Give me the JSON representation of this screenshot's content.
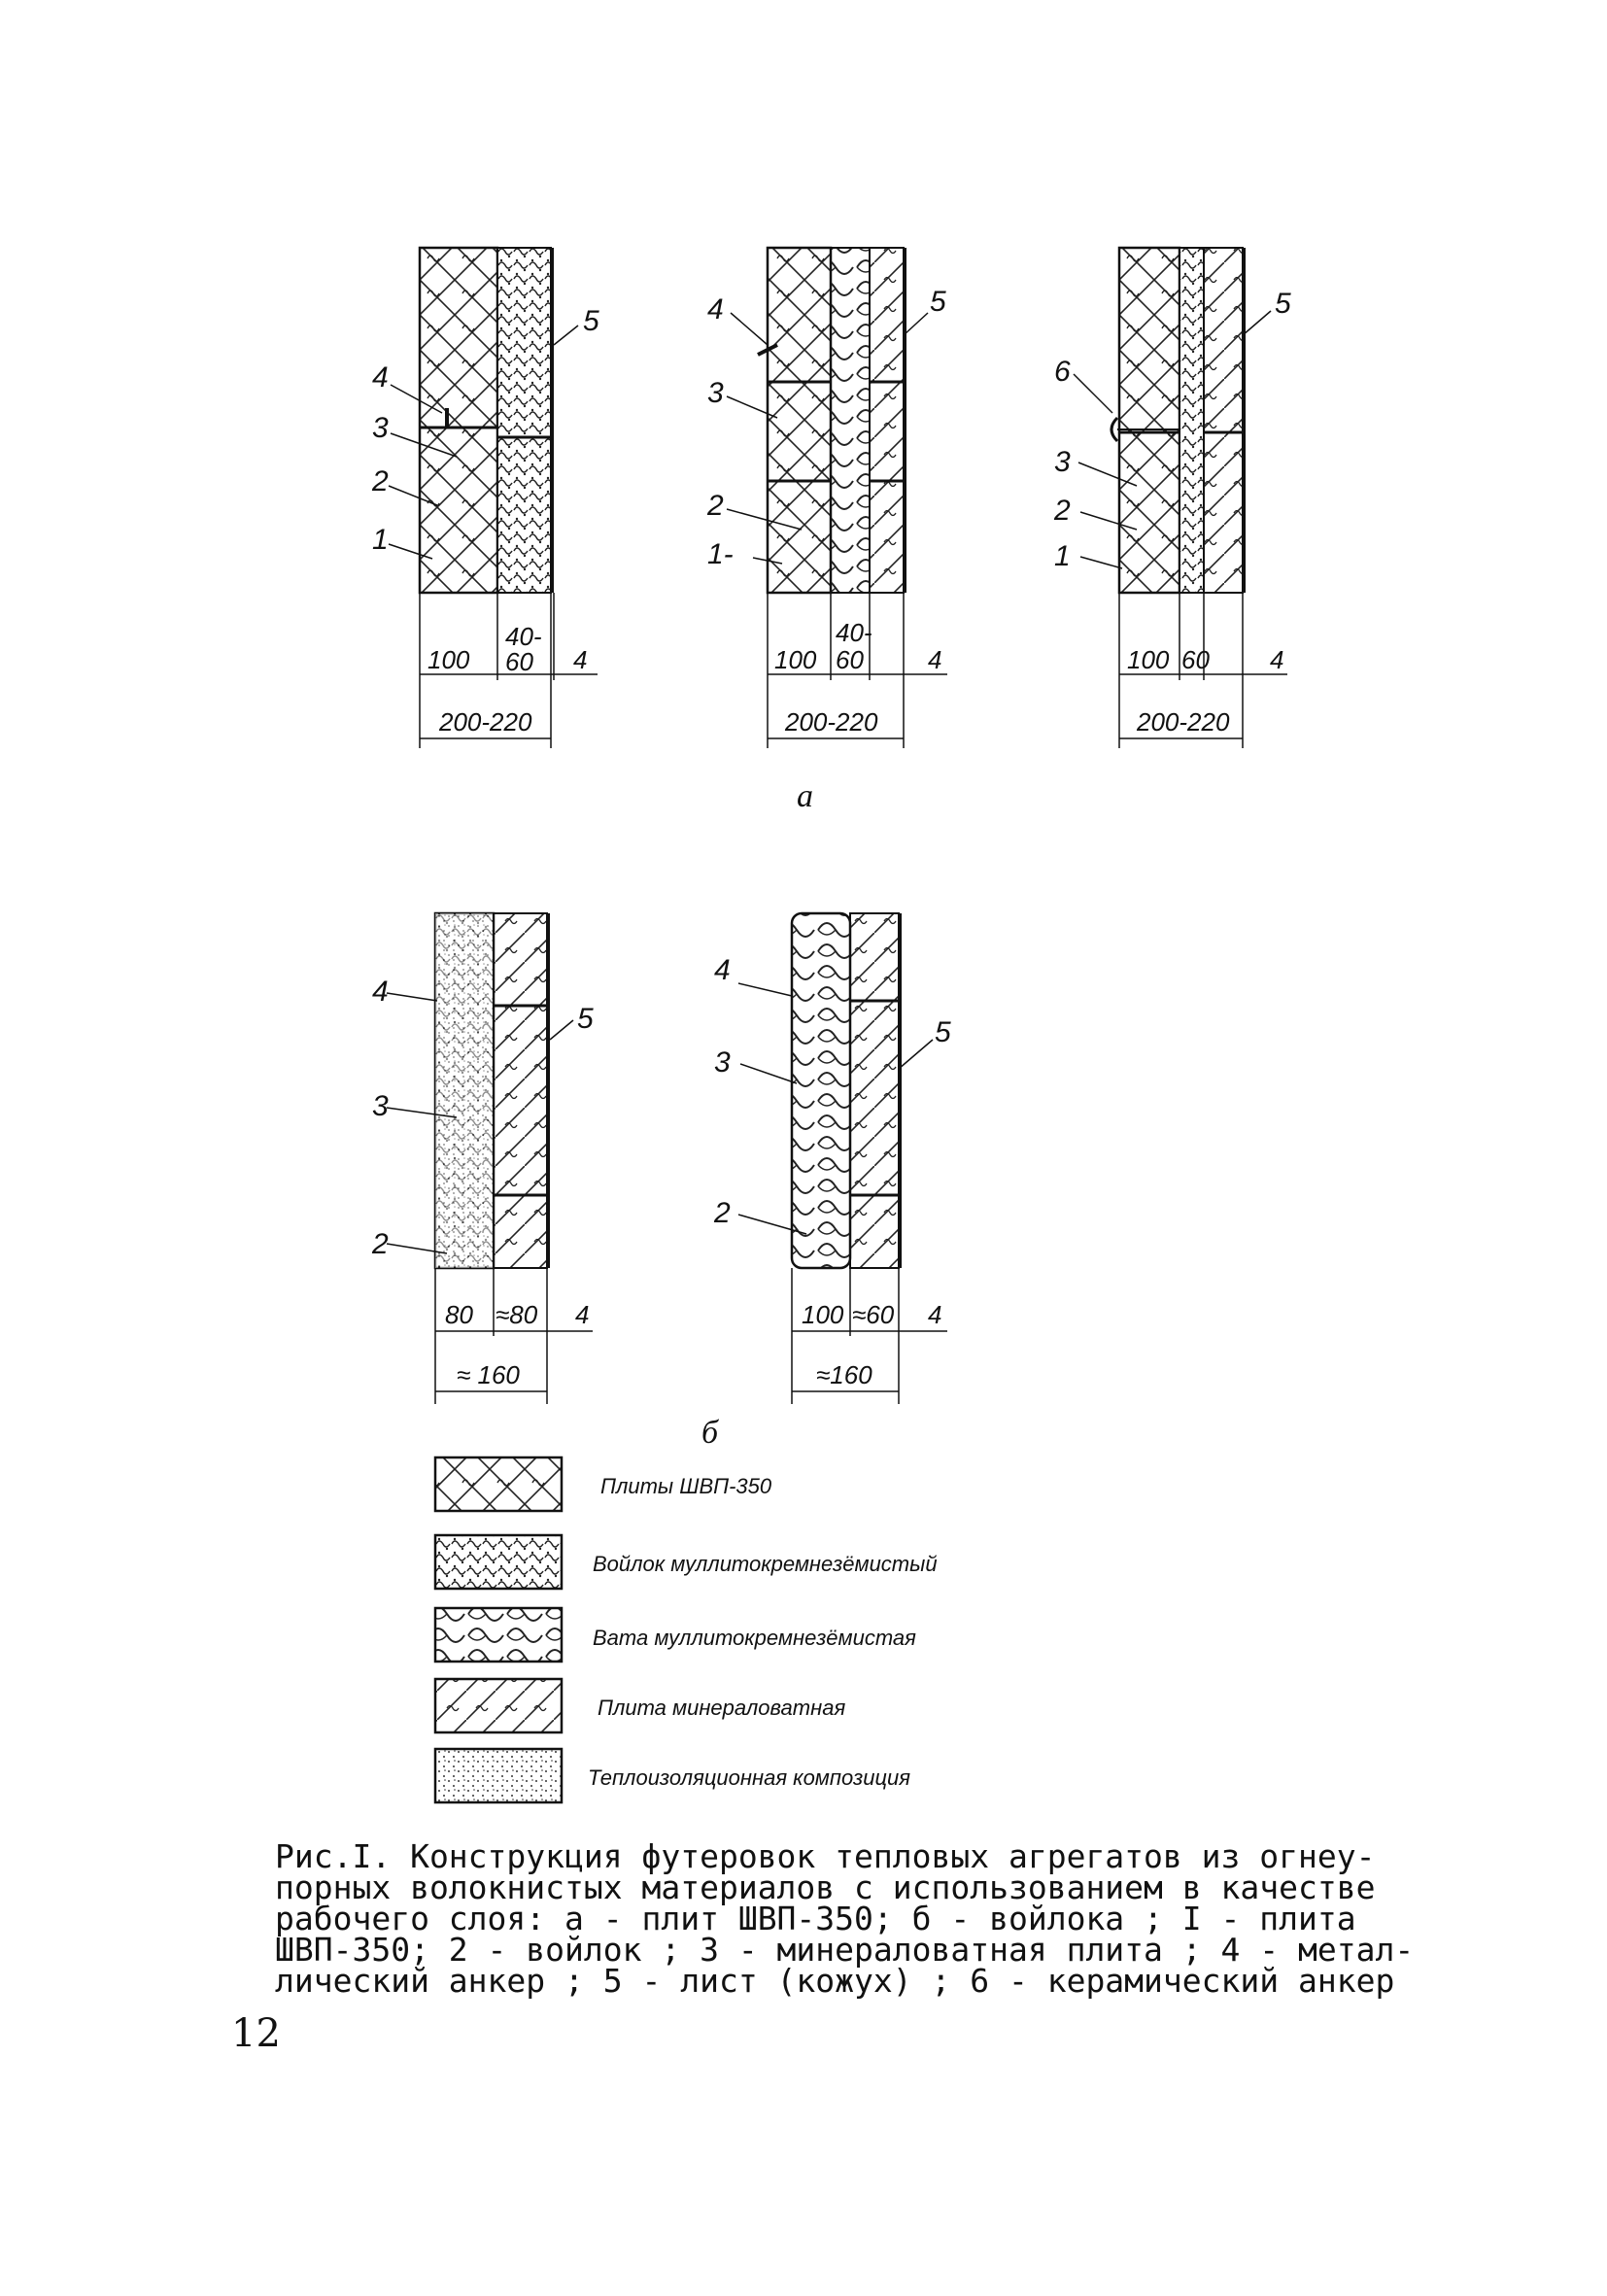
{
  "figure": {
    "panel_a": {
      "label": "а",
      "sub1": {
        "callouts": [
          "1",
          "2",
          "3",
          "4",
          "5"
        ],
        "dims": [
          "100",
          "40-",
          "60",
          "4"
        ],
        "total": "200-220"
      },
      "sub2": {
        "callouts": [
          "1-",
          "2",
          "3",
          "4",
          "5"
        ],
        "dims": [
          "100",
          "40-",
          "60",
          "4"
        ],
        "total": "200-220"
      },
      "sub3": {
        "callouts": [
          "1",
          "2",
          "3",
          "5",
          "6"
        ],
        "dims": [
          "100",
          "60",
          "4"
        ],
        "total": "200-220"
      }
    },
    "panel_b": {
      "label": "б",
      "sub1": {
        "callouts": [
          "2",
          "3",
          "4",
          "5"
        ],
        "dims": [
          "80",
          "≈80",
          "4"
        ],
        "total": "≈ 160"
      },
      "sub2": {
        "callouts": [
          "2",
          "3",
          "4",
          "5"
        ],
        "dims": [
          "100",
          "≈60",
          "4"
        ],
        "total": "≈160"
      }
    }
  },
  "legend": [
    {
      "label": "Плиты ШВП-350",
      "pattern": "cross-hatch"
    },
    {
      "label": "Войлок муллитокремнезёмистый",
      "pattern": "felt"
    },
    {
      "label": "Вата муллитокремнезёмистая",
      "pattern": "wool"
    },
    {
      "label": "Плита минераловатная",
      "pattern": "diagonal"
    },
    {
      "label": "Теплоизоляционная композиция",
      "pattern": "dots"
    }
  ],
  "caption_lines": [
    "Рис.I. Конструкция футеровок тепловых агрегатов из огнеу-",
    "порных волокнистых материалов с использованием в качестве",
    "рабочего слоя: а - плит ШВП-350; б - войлока ; I - плита",
    "ШВП-350; 2 - войлок ; 3 - минераловатная плита ; 4 - метал-",
    "лический анкер ; 5 - лист (кожух) ; 6 - керамический анкер"
  ],
  "page_number": "12"
}
